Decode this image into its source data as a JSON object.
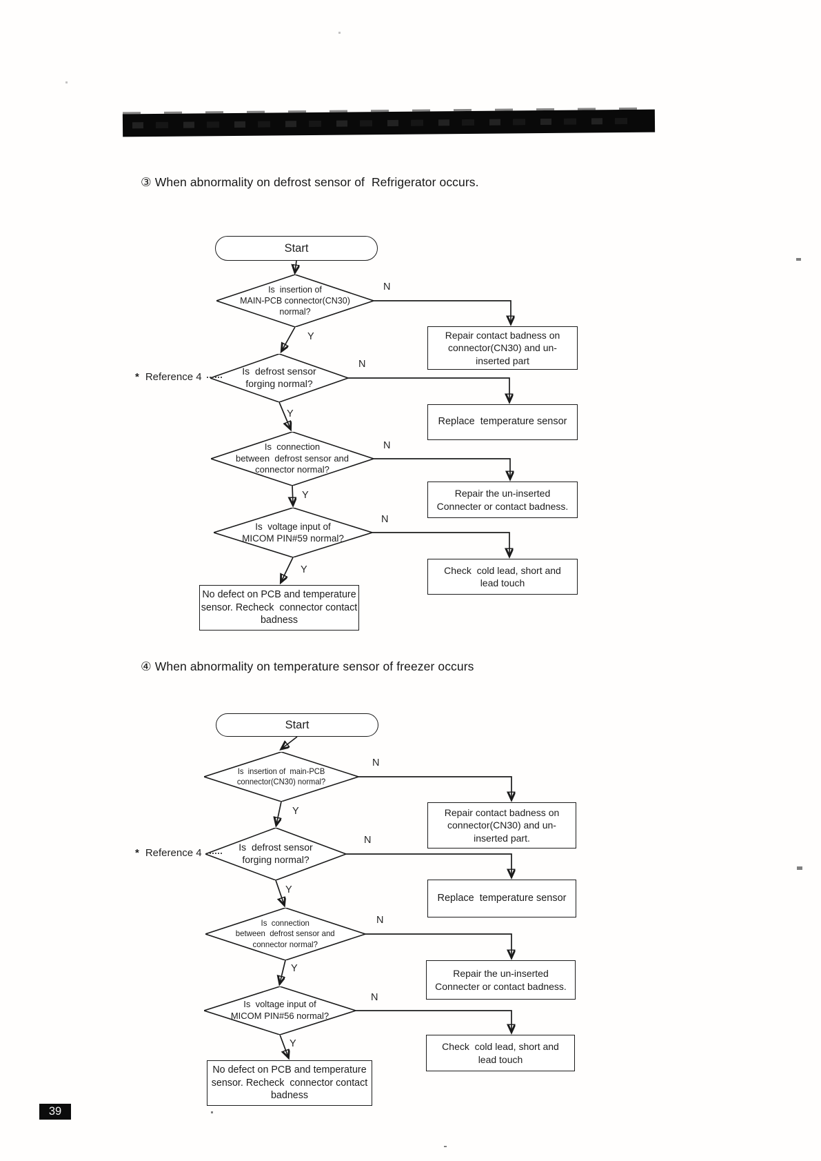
{
  "page": {
    "page_number": "39"
  },
  "sections": [
    {
      "heading": "③ When abnormality on defrost sensor of  Refrigerator occurs.",
      "flowchart": {
        "start_label": "Start",
        "yes_label": "Y",
        "no_label": "N",
        "reference_marker": "*",
        "reference_label": "Reference 4",
        "decisions": [
          {
            "lines": [
              "Is  insertion of",
              "MAIN-PCB connector(CN30)",
              "normal?"
            ]
          },
          {
            "lines": [
              "Is  defrost sensor",
              "forging normal?"
            ]
          },
          {
            "lines": [
              "Is  connection",
              "between  defrost sensor and",
              "connector normal?"
            ]
          },
          {
            "lines": [
              "Is  voltage input of",
              "MICOM PIN#59 normal?"
            ]
          }
        ],
        "actions": [
          {
            "lines": [
              "Repair contact badness on",
              "connector(CN30) and un-",
              "inserted part"
            ]
          },
          {
            "lines": [
              "Replace  temperature sensor"
            ]
          },
          {
            "lines": [
              "Repair the un-inserted",
              "Connecter or contact badness."
            ]
          },
          {
            "lines": [
              "Check  cold lead, short and",
              "lead touch"
            ]
          }
        ],
        "conclusion": {
          "lines": [
            "No defect on PCB and temperature",
            "sensor. Recheck  connector contact",
            "badness"
          ]
        }
      }
    },
    {
      "heading": "④ When abnormality on temperature sensor of freezer occurs",
      "flowchart": {
        "start_label": "Start",
        "yes_label": "Y",
        "no_label": "N",
        "reference_marker": "*",
        "reference_label": "Reference 4",
        "decisions": [
          {
            "lines": [
              "Is  insertion of  main-PCB",
              "connector(CN30) normal?"
            ]
          },
          {
            "lines": [
              "Is  defrost sensor",
              "forging normal?"
            ]
          },
          {
            "lines": [
              "Is  connection",
              "between  defrost sensor and",
              "connector normal?"
            ]
          },
          {
            "lines": [
              "Is  voltage input of",
              "MICOM PIN#56 normal?"
            ]
          }
        ],
        "actions": [
          {
            "lines": [
              "Repair contact badness on",
              "connector(CN30) and un-",
              "inserted part."
            ]
          },
          {
            "lines": [
              "Replace  temperature sensor"
            ]
          },
          {
            "lines": [
              "Repair the un-inserted",
              "Connecter or contact badness."
            ]
          },
          {
            "lines": [
              "Check  cold lead, short and",
              "lead touch"
            ]
          }
        ],
        "conclusion": {
          "lines": [
            "No defect on PCB and temperature",
            "sensor. Recheck  connector contact",
            "badness"
          ]
        }
      }
    }
  ]
}
